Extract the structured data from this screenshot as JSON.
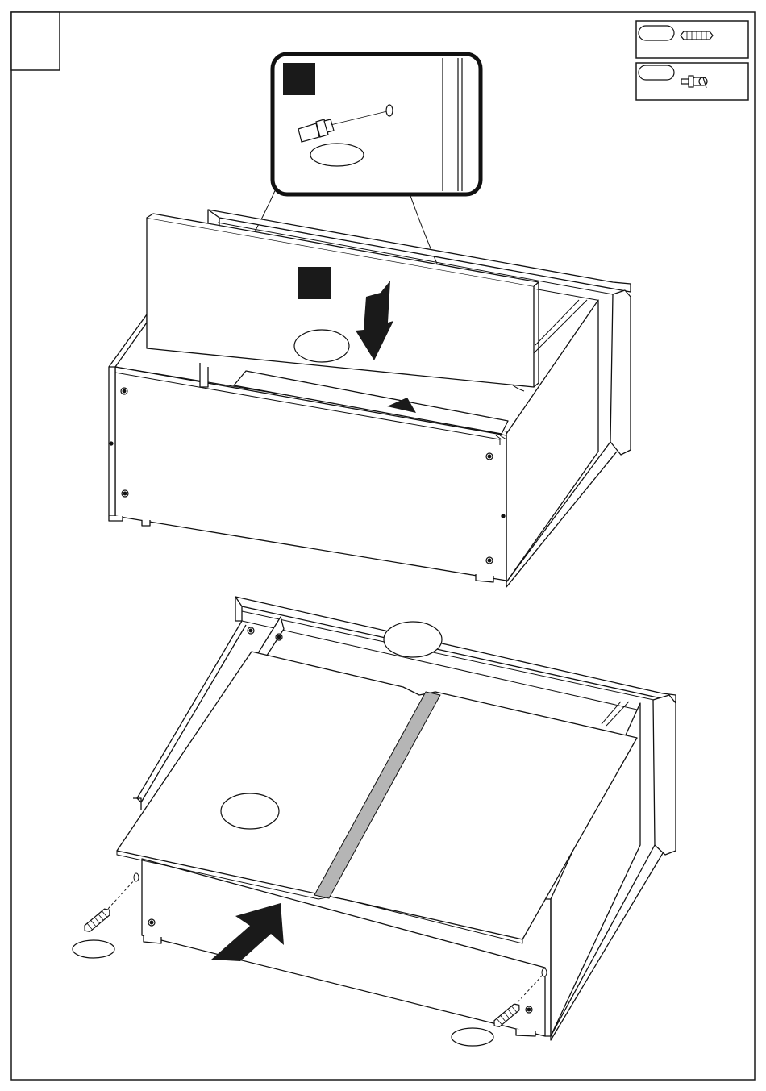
{
  "page": {
    "step_number": "",
    "border_color": "#1a1a1a",
    "background": "#ffffff"
  },
  "parts_legend": [
    {
      "code": "",
      "icon": "wooden-dowel-icon"
    },
    {
      "code": "",
      "icon": "cam-bolt-icon"
    }
  ],
  "detail_callout": {
    "step_marker": "",
    "part_code": "",
    "icon": "cam-bolt-icon"
  },
  "upper_view": {
    "step_marker": "",
    "panel_code": "",
    "arrow": "down-arrow",
    "slide_arrow": "slide-arrow"
  },
  "lower_view": {
    "panel_code": "",
    "joint_code": "",
    "left_part_code": "",
    "right_part_code": "",
    "arrow": "insert-arrow",
    "joint_strip_color": "#b5b5b5"
  }
}
